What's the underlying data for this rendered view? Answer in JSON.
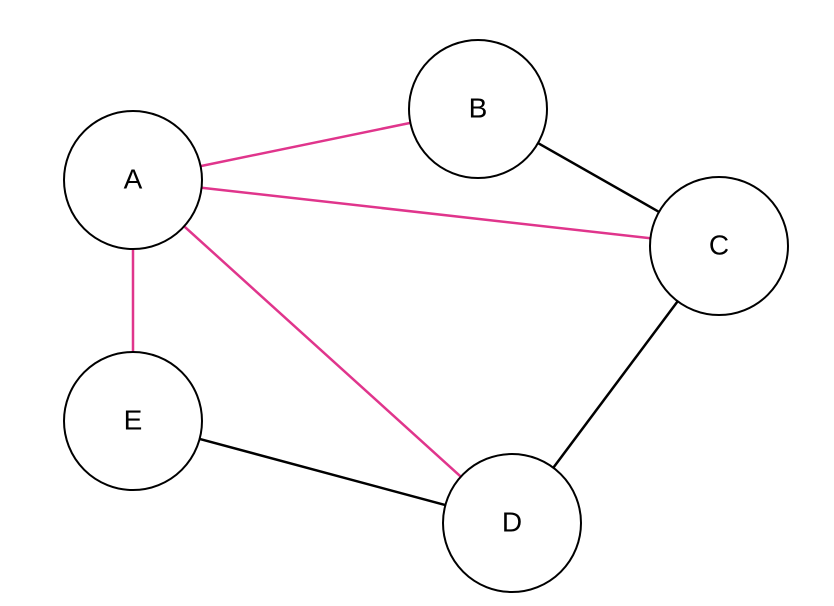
{
  "graph": {
    "nodes": [
      {
        "id": "A",
        "label": "A"
      },
      {
        "id": "B",
        "label": "B"
      },
      {
        "id": "C",
        "label": "C"
      },
      {
        "id": "D",
        "label": "D"
      },
      {
        "id": "E",
        "label": "E"
      }
    ],
    "edges": [
      {
        "from": "A",
        "to": "B",
        "color": "#e0358c"
      },
      {
        "from": "A",
        "to": "C",
        "color": "#e0358c"
      },
      {
        "from": "A",
        "to": "D",
        "color": "#e0358c"
      },
      {
        "from": "A",
        "to": "E",
        "color": "#e0358c"
      },
      {
        "from": "B",
        "to": "C",
        "color": "#000000"
      },
      {
        "from": "C",
        "to": "D",
        "color": "#000000"
      },
      {
        "from": "E",
        "to": "D",
        "color": "#000000"
      }
    ]
  }
}
